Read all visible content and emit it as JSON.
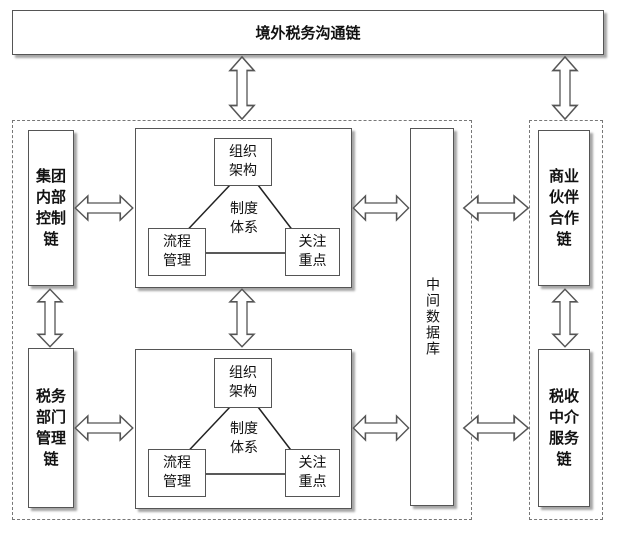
{
  "top_bar": {
    "label": "境外税务沟通链"
  },
  "left": {
    "top_chain": "集团\n内部\n控制\n链",
    "bottom_chain": "税务\n部门\n管理\n链"
  },
  "systems": [
    {
      "org": "组织\n架构",
      "center": "制度\n体系",
      "process": "流程\n管理",
      "focus": "关注\n重点"
    },
    {
      "org": "组织\n架构",
      "center": "制度\n体系",
      "process": "流程\n管理",
      "focus": "关注\n重点"
    }
  ],
  "middle_db": {
    "label": "中间数据库"
  },
  "right": {
    "top_chain": "商业\n伙伴\n合作\n链",
    "bottom_chain": "税收\n中介\n服务\n链"
  },
  "colors": {
    "border": "#555555",
    "arrow": "#555555",
    "dashed": "#777777"
  }
}
